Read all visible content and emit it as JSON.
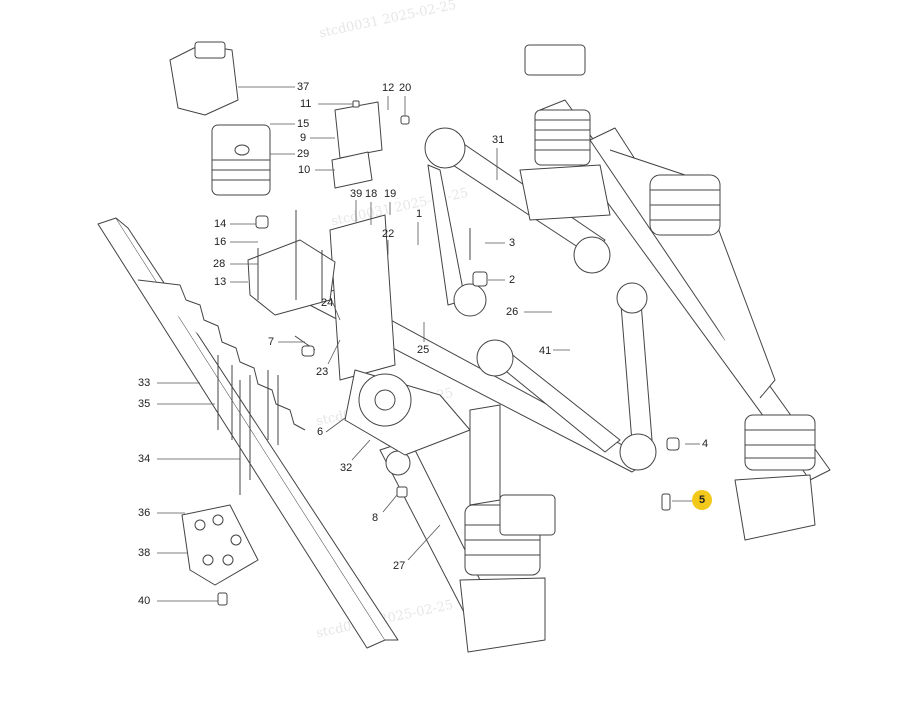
{
  "diagram": {
    "watermarks": [
      {
        "text": "stcd0031   2025-02-25"
      },
      {
        "text": "stcd0031   2025-02-25"
      },
      {
        "text": "stcd0031   2025-02-25"
      },
      {
        "text": "stcd0031   2025-02-25"
      }
    ],
    "callouts": [
      {
        "id": "37",
        "label": "37"
      },
      {
        "id": "11",
        "label": "11"
      },
      {
        "id": "12",
        "label": "12"
      },
      {
        "id": "20",
        "label": "20"
      },
      {
        "id": "15",
        "label": "15"
      },
      {
        "id": "9",
        "label": "9"
      },
      {
        "id": "29",
        "label": "29"
      },
      {
        "id": "10",
        "label": "10"
      },
      {
        "id": "31",
        "label": "31"
      },
      {
        "id": "39",
        "label": "39"
      },
      {
        "id": "18",
        "label": "18"
      },
      {
        "id": "19",
        "label": "19"
      },
      {
        "id": "14",
        "label": "14"
      },
      {
        "id": "1",
        "label": "1"
      },
      {
        "id": "22",
        "label": "22"
      },
      {
        "id": "16",
        "label": "16"
      },
      {
        "id": "3",
        "label": "3"
      },
      {
        "id": "28",
        "label": "28"
      },
      {
        "id": "2",
        "label": "2"
      },
      {
        "id": "13",
        "label": "13"
      },
      {
        "id": "24",
        "label": "24"
      },
      {
        "id": "26",
        "label": "26"
      },
      {
        "id": "7",
        "label": "7"
      },
      {
        "id": "25",
        "label": "25"
      },
      {
        "id": "41",
        "label": "41"
      },
      {
        "id": "23",
        "label": "23"
      },
      {
        "id": "33",
        "label": "33"
      },
      {
        "id": "35",
        "label": "35"
      },
      {
        "id": "6",
        "label": "6"
      },
      {
        "id": "4",
        "label": "4"
      },
      {
        "id": "34",
        "label": "34"
      },
      {
        "id": "32",
        "label": "32"
      },
      {
        "id": "5",
        "label": "5",
        "highlighted": true
      },
      {
        "id": "8",
        "label": "8"
      },
      {
        "id": "36",
        "label": "36"
      },
      {
        "id": "38",
        "label": "38"
      },
      {
        "id": "27",
        "label": "27"
      },
      {
        "id": "40",
        "label": "40"
      }
    ],
    "highlight_color": "#f2c81a",
    "line_color": "#555555"
  }
}
